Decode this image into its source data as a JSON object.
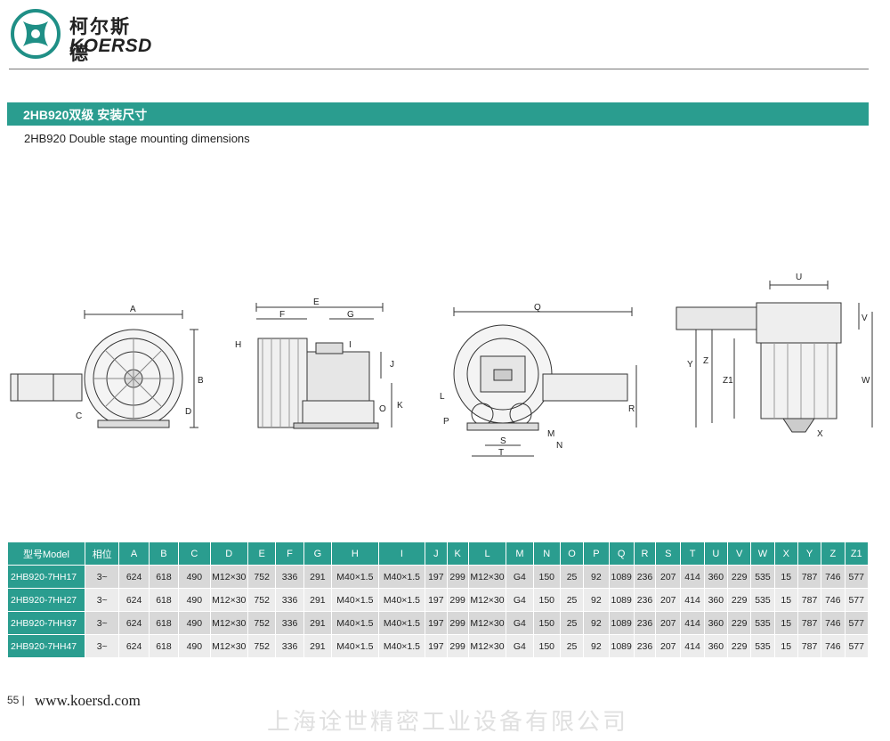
{
  "brand": {
    "cn": "柯尔斯德",
    "en": "KOERSD"
  },
  "section": {
    "title_cn": "2HB920双级 安装尺寸",
    "subtitle_en": "2HB920  Double stage mounting dimensions"
  },
  "drawing_labels": {
    "front": [
      "A",
      "B",
      "C",
      "D"
    ],
    "side": [
      "E",
      "F",
      "G",
      "H",
      "I",
      "J",
      "K",
      "O"
    ],
    "rear": [
      "Q",
      "L",
      "P",
      "R",
      "S",
      "T",
      "M",
      "N"
    ],
    "top": [
      "U",
      "V",
      "Y",
      "Z",
      "Z1",
      "W",
      "X"
    ]
  },
  "table": {
    "headers": [
      "型号Model",
      "相位",
      "A",
      "B",
      "C",
      "D",
      "E",
      "F",
      "G",
      "H",
      "I",
      "J",
      "K",
      "L",
      "M",
      "N",
      "O",
      "P",
      "Q",
      "R",
      "S",
      "T",
      "U",
      "V",
      "W",
      "X",
      "Y",
      "Z",
      "Z1"
    ],
    "rows": [
      [
        "2HB920-7HH17",
        "3~",
        "624",
        "618",
        "490",
        "M12×30",
        "752",
        "336",
        "291",
        "M40×1.5",
        "M40×1.5",
        "197",
        "299",
        "M12×30",
        "G4",
        "150",
        "25",
        "92",
        "1089",
        "236",
        "207",
        "414",
        "360",
        "229",
        "535",
        "15",
        "787",
        "746",
        "577"
      ],
      [
        "2HB920-7HH27",
        "3~",
        "624",
        "618",
        "490",
        "M12×30",
        "752",
        "336",
        "291",
        "M40×1.5",
        "M40×1.5",
        "197",
        "299",
        "M12×30",
        "G4",
        "150",
        "25",
        "92",
        "1089",
        "236",
        "207",
        "414",
        "360",
        "229",
        "535",
        "15",
        "787",
        "746",
        "577"
      ],
      [
        "2HB920-7HH37",
        "3~",
        "624",
        "618",
        "490",
        "M12×30",
        "752",
        "336",
        "291",
        "M40×1.5",
        "M40×1.5",
        "197",
        "299",
        "M12×30",
        "G4",
        "150",
        "25",
        "92",
        "1089",
        "236",
        "207",
        "414",
        "360",
        "229",
        "535",
        "15",
        "787",
        "746",
        "577"
      ],
      [
        "2HB920-7HH47",
        "3~",
        "624",
        "618",
        "490",
        "M12×30",
        "752",
        "336",
        "291",
        "M40×1.5",
        "M40×1.5",
        "197",
        "299",
        "M12×30",
        "G4",
        "150",
        "25",
        "92",
        "1089",
        "236",
        "207",
        "414",
        "360",
        "229",
        "535",
        "15",
        "787",
        "746",
        "577"
      ]
    ]
  },
  "footer": {
    "page": "55 |",
    "website": "www.koersd.com",
    "watermark": "上海诠世精密工业设备有限公司"
  }
}
